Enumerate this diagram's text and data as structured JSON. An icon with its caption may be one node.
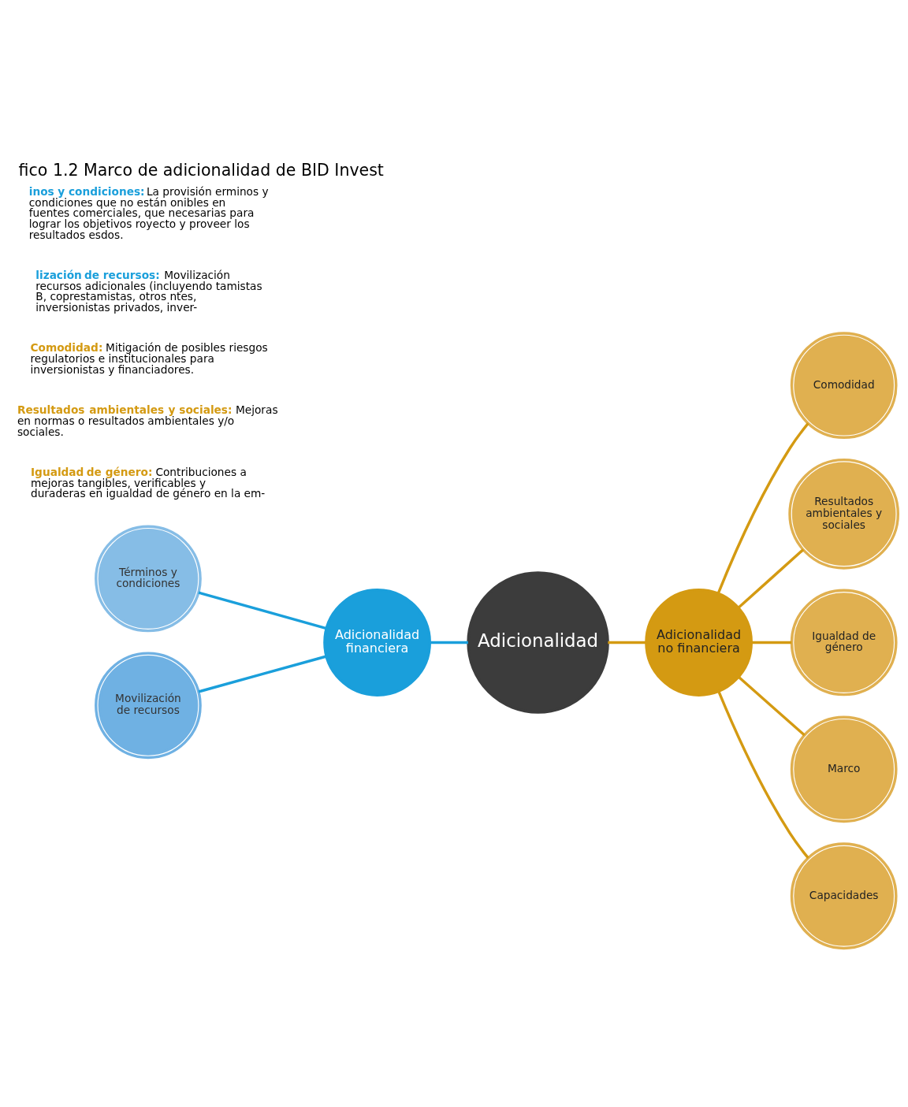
{
  "diagram": {
    "title": "fico 1.2 Marco de adicionalidad de BID Invest",
    "nodes": [
      {
        "text": [
          "Adicionalidad"
        ]
      },
      {
        "text": [
          "Adicionalidad financiera"
        ]
      },
      {
        "text": [
          "Términos y condiciones"
        ]
      },
      {
        "text": [
          "Movilización de recursos"
        ]
      },
      {
        "text": [
          "Adicionalidad no financiera"
        ]
      },
      {
        "text": [
          "Comodidad"
        ]
      },
      {
        "text": [
          "Resultados ambientales y sociales"
        ]
      },
      {
        "text": [
          "Igualdad de género"
        ]
      },
      {
        "text": [
          "Marco"
        ]
      },
      {
        "text": [
          "Capacidades"
        ]
      }
    ],
    "edges": [
      {
        "from": 2,
        "to": 1,
        "arrow": "none",
        "color": "#1a9fdb"
      },
      {
        "from": 3,
        "to": 1,
        "arrow": "none",
        "color": "#1a9fdb"
      },
      {
        "from": 1,
        "to": 0,
        "arrow": "none",
        "color": "#1a9fdb"
      },
      {
        "from": 0,
        "to": 4,
        "arrow": "none"
      },
      {
        "from": 4,
        "to": 5,
        "arrow": "none"
      },
      {
        "from": 4,
        "to": 6,
        "arrow": "none"
      },
      {
        "from": 4,
        "to": 7,
        "arrow": "none"
      },
      {
        "from": 4,
        "to": 8,
        "arrow": "none"
      },
      {
        "from": 4,
        "to": 9,
        "arrow": "none"
      }
    ],
    "labels": [
      "**inos y condiciones:** La provisión erminos y condiciones que no están onibles en fuentes comerciales, que necesarias para lograr los objetivos royecto y proveer los resultados esdos.",
      "**lización de recursos:** Movilización recursos adicionales (incluyendo tamistas B, coprestamistas, otros ntes, inversionistas privados, inver-",
      "**Comodidad:** Mitigación de posibles riesgos regulatorios e institucionales para inversionistas y financiadores.",
      "**Resultados ambientales y sociales:** Mejoras en normas o resultados ambientales y/o sociales.",
      "**Igualdad de género:** Contribuciones a mejoras tangibles, verificables y duraderas en igualdad de género en la em-"
    ]
  }
}
